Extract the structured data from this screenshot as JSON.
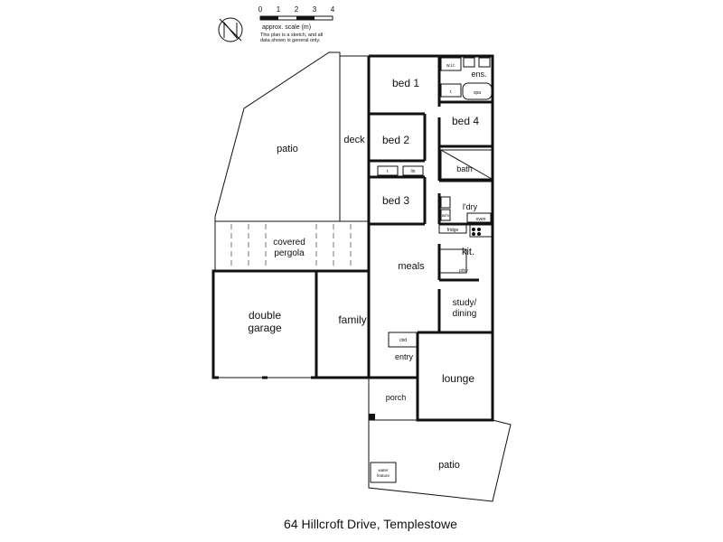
{
  "title": "64 Hillcroft Drive, Templestowe",
  "scale": {
    "ticks": [
      "0",
      "1",
      "2",
      "3",
      "4"
    ],
    "label": "approx. scale (m)",
    "note_line1": "This plan is a sketch, and all",
    "note_line2": "data shown is general only."
  },
  "compass_icon": "north-arrow-icon",
  "rooms": {
    "bed1": "bed 1",
    "bed2": "bed 2",
    "bed3": "bed 3",
    "bed4": "bed 4",
    "ens": "ens.",
    "bath": "bath",
    "ldry": "l'dry",
    "kit": "kit.",
    "meals": "meals",
    "family": "family",
    "study_line1": "study/",
    "study_line2": "dining",
    "lounge": "lounge",
    "entry": "entry",
    "porch": "porch",
    "deck": "deck",
    "patio_top": "patio",
    "patio_bottom": "patio",
    "pergola_line1": "covered",
    "pergola_line2": "pergola",
    "garage_line1": "double",
    "garage_line2": "garage"
  },
  "fixtures": {
    "wir": "w.i.r.",
    "robe1": "r.",
    "robe2": "r.",
    "spa": "spa",
    "linen": "lin",
    "cbd": "cbd",
    "pantry": "p/try",
    "fridge": "fridge",
    "oven": "oven",
    "wm": "w/m",
    "water_feature_line1": "water",
    "water_feature_line2": "feature"
  }
}
